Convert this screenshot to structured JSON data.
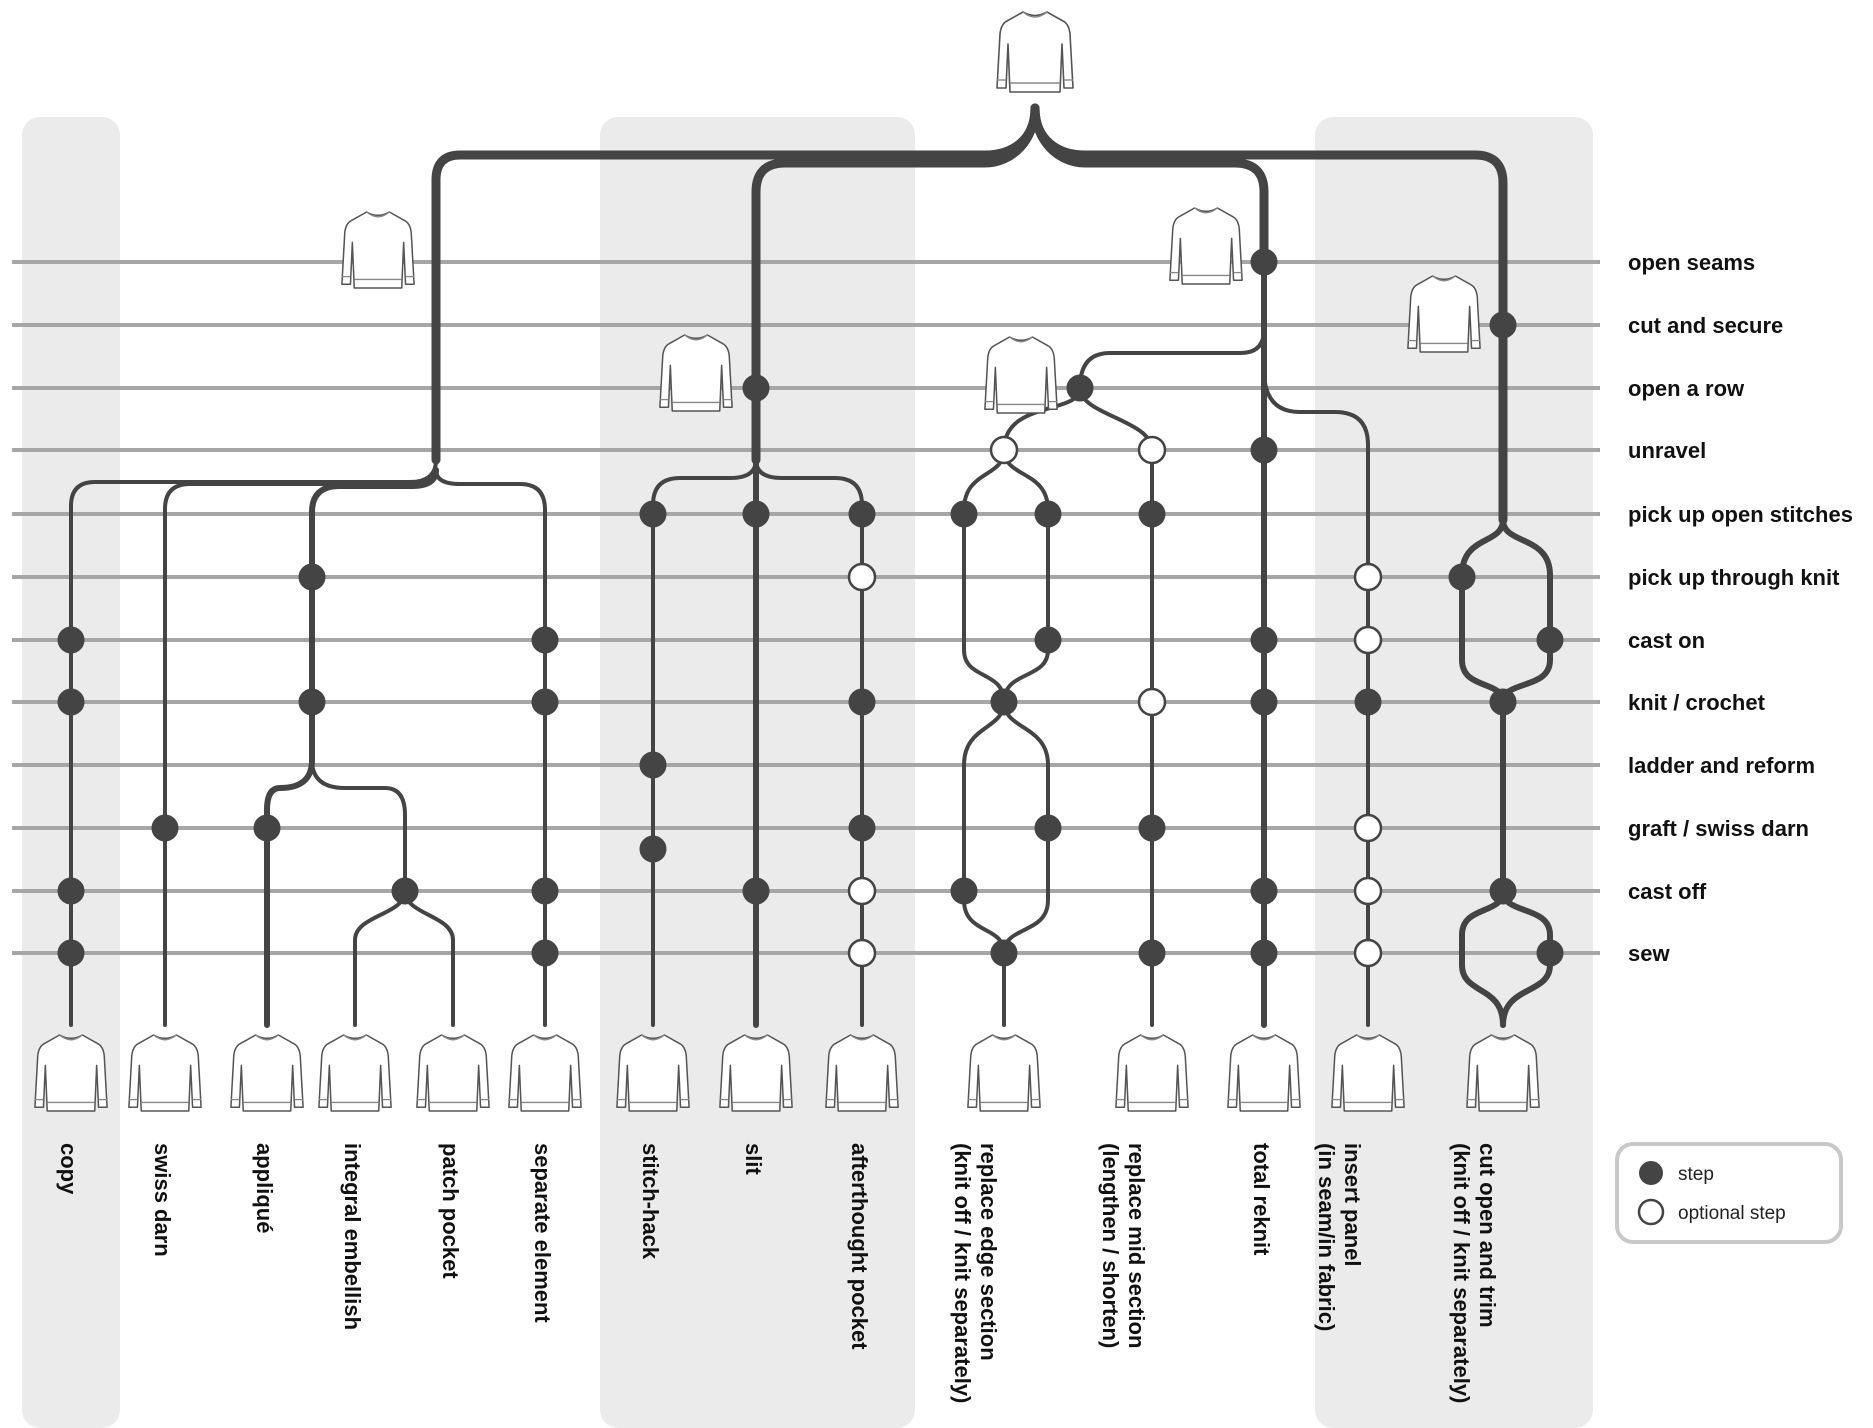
{
  "rows": [
    {
      "key": "open_seams",
      "label": "open seams"
    },
    {
      "key": "cut_secure",
      "label": "cut and secure"
    },
    {
      "key": "open_row",
      "label": "open a row"
    },
    {
      "key": "unravel",
      "label": "unravel"
    },
    {
      "key": "pick_open",
      "label": "pick up open stitches"
    },
    {
      "key": "pick_through",
      "label": "pick up through knit"
    },
    {
      "key": "cast_on",
      "label": "cast on"
    },
    {
      "key": "knit",
      "label": "knit / crochet"
    },
    {
      "key": "ladder",
      "label": "ladder and reform"
    },
    {
      "key": "graft",
      "label": "graft / swiss darn"
    },
    {
      "key": "cast_off",
      "label": "cast off"
    },
    {
      "key": "sew",
      "label": "sew"
    }
  ],
  "columns": [
    {
      "key": "copy",
      "lines": [
        "copy"
      ]
    },
    {
      "key": "swiss_darn",
      "lines": [
        "swiss darn"
      ]
    },
    {
      "key": "applique",
      "lines": [
        "appliqué"
      ]
    },
    {
      "key": "integral_embellish",
      "lines": [
        "integral embellish"
      ]
    },
    {
      "key": "patch_pocket",
      "lines": [
        "patch pocket"
      ]
    },
    {
      "key": "separate_element",
      "lines": [
        "separate element"
      ]
    },
    {
      "key": "stitch_hack",
      "lines": [
        "stitch-hack"
      ]
    },
    {
      "key": "slit",
      "lines": [
        "slit"
      ]
    },
    {
      "key": "afterthought_pocket",
      "lines": [
        "afterthought pocket"
      ]
    },
    {
      "key": "replace_edge",
      "lines": [
        "replace edge section",
        "(knit off / knit separately)"
      ]
    },
    {
      "key": "replace_mid",
      "lines": [
        "replace mid section",
        "(lengthen / shorten)"
      ]
    },
    {
      "key": "total_reknit",
      "lines": [
        "total reknit"
      ]
    },
    {
      "key": "insert_panel",
      "lines": [
        "insert panel",
        "(in seam/in fabric)"
      ]
    },
    {
      "key": "cut_open_trim",
      "lines": [
        "cut open and trim",
        "(knit off / knit separately)"
      ]
    }
  ],
  "legend": {
    "step": "step",
    "optional_step": "optional step"
  },
  "icons": {
    "root": "sweater-icon",
    "technique": "sweater-icon"
  },
  "colors": {
    "line": "#444444",
    "row_line": "#a6a6a6",
    "band": "#ebebeb",
    "step_fill": "#444444",
    "optional_fill": "#ffffff"
  }
}
